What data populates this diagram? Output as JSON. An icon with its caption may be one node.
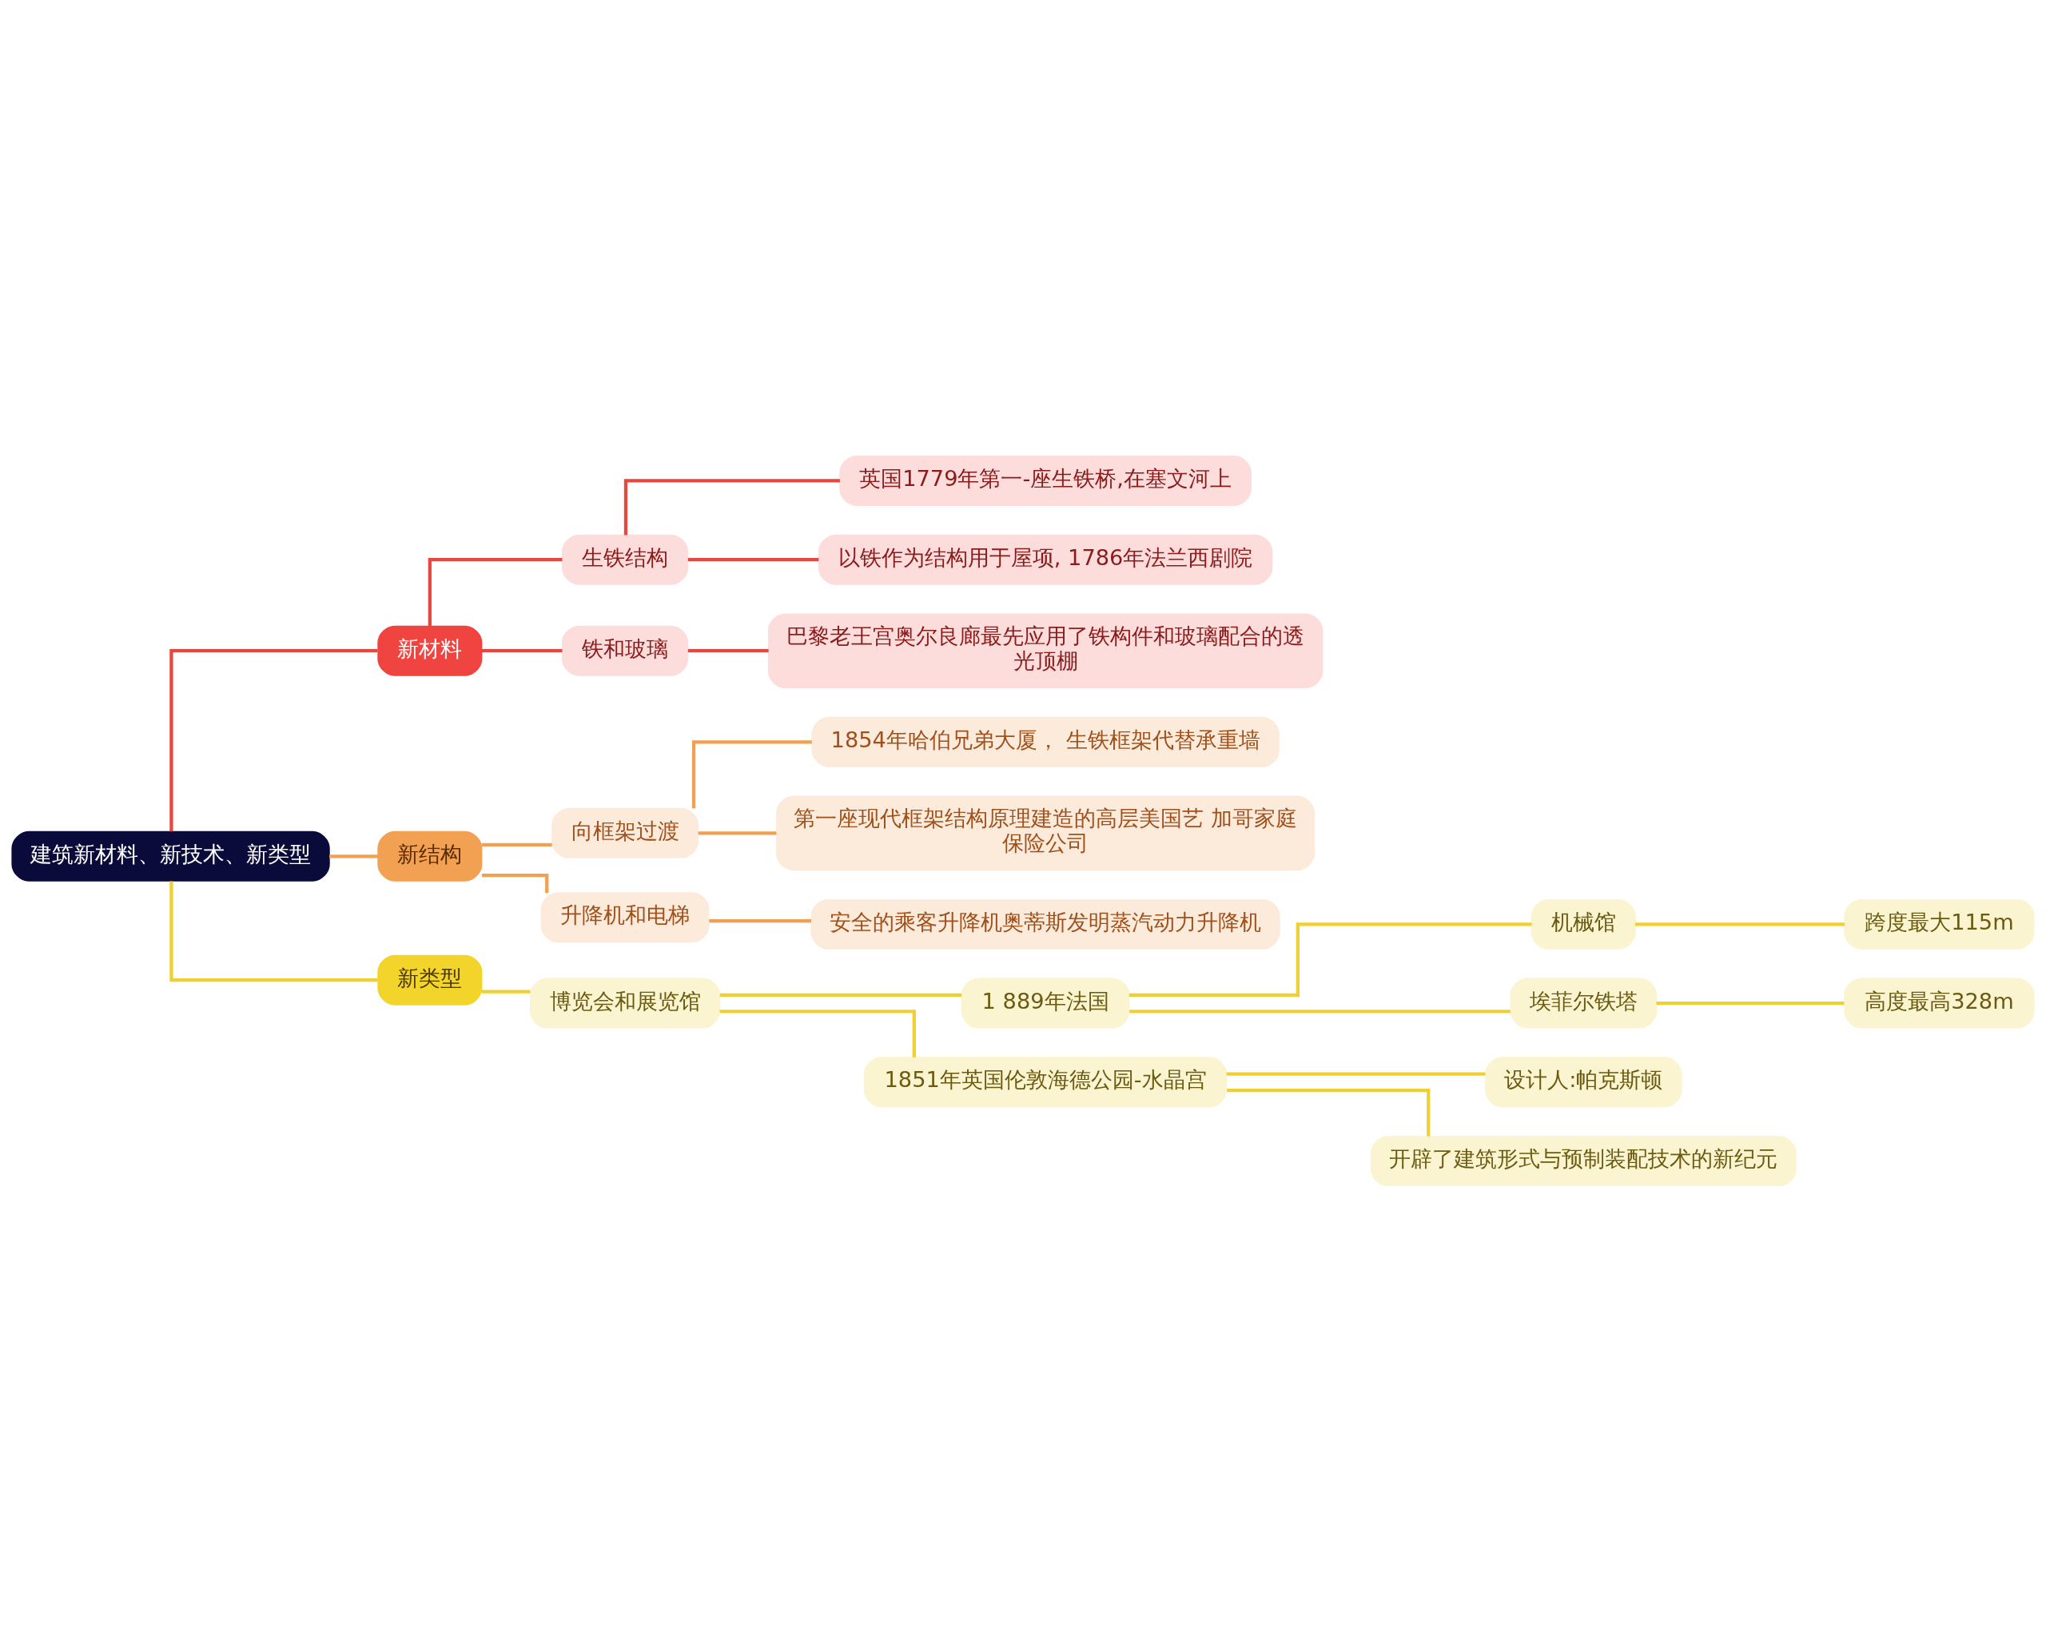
{
  "diagram": {
    "nodes": [
      {
        "text": [
          "建筑新材料、新技术、新类型"
        ]
      },
      {
        "text": [
          "新材料"
        ]
      },
      {
        "text": [
          "生铁结构"
        ]
      },
      {
        "text": [
          "英国1779年第一-座生铁桥,在塞文河上"
        ]
      },
      {
        "text": [
          "以铁作为结构用于屋项, 1786年法兰西剧院"
        ]
      },
      {
        "text": [
          "铁和玻璃"
        ]
      },
      {
        "text": [
          "巴黎老王宫奥尔良廊最先应用了铁构件和玻璃配合的透光顶棚"
        ]
      },
      {
        "text": [
          "新结构"
        ]
      },
      {
        "text": [
          "向框架过渡"
        ]
      },
      {
        "text": [
          "1854年哈伯兄弟大厦， 生铁框架代替承重墙"
        ]
      },
      {
        "text": [
          "第一座现代框架结构原理建造的高层美国艺 加哥家庭保险公司"
        ]
      },
      {
        "text": [
          "升降机和电梯"
        ]
      },
      {
        "text": [
          "安全的乘客升降机奥蒂斯发明蒸汽动力升降机"
        ]
      },
      {
        "text": [
          "新类型"
        ]
      },
      {
        "text": [
          "博览会和展览馆"
        ]
      },
      {
        "text": [
          "1 889年法国"
        ]
      },
      {
        "text": [
          "机械馆"
        ]
      },
      {
        "text": [
          "跨度最大115m"
        ]
      },
      {
        "text": [
          "埃菲尔铁塔"
        ]
      },
      {
        "text": [
          "高度最高328m"
        ]
      },
      {
        "text": [
          "1851年英国伦敦海德公园-水晶宫"
        ]
      },
      {
        "text": [
          "设计人:帕克斯顿"
        ]
      },
      {
        "text": [
          "开辟了建筑形式与预制装配技术的新纪元"
        ]
      }
    ],
    "edges": [
      {
        "from": 0,
        "to": 1,
        "arrow": "none",
        "color": "#e8473f"
      },
      {
        "from": 1,
        "to": 2,
        "arrow": "none",
        "color": "#e8473f"
      },
      {
        "from": 2,
        "to": 3,
        "arrow": "none",
        "color": "#e8473f"
      },
      {
        "from": 2,
        "to": 4,
        "arrow": "none",
        "color": "#e8473f"
      },
      {
        "from": 1,
        "to": 5,
        "arrow": "none",
        "color": "#e8473f"
      },
      {
        "from": 5,
        "to": 6,
        "arrow": "none",
        "color": "#e8473f"
      },
      {
        "from": 0,
        "to": 7,
        "arrow": "none",
        "color": "#f0a050"
      },
      {
        "from": 7,
        "to": 8,
        "arrow": "none",
        "color": "#f0a050"
      },
      {
        "from": 8,
        "to": 9,
        "arrow": "none",
        "color": "#f0a050"
      },
      {
        "from": 8,
        "to": 10,
        "arrow": "none",
        "color": "#f0a050"
      },
      {
        "from": 7,
        "to": 11,
        "arrow": "none",
        "color": "#f0a050"
      },
      {
        "from": 11,
        "to": 12,
        "arrow": "none",
        "color": "#f0a050"
      },
      {
        "from": 0,
        "to": 13,
        "arrow": "none",
        "color": "#f0d030"
      },
      {
        "from": 13,
        "to": 14,
        "arrow": "none",
        "color": "#f0d030"
      },
      {
        "from": 14,
        "to": 15,
        "arrow": "none",
        "color": "#f0d030"
      },
      {
        "from": 15,
        "to": 16,
        "arrow": "none",
        "color": "#f0d030"
      },
      {
        "from": 16,
        "to": 17,
        "arrow": "none",
        "color": "#f0d030"
      },
      {
        "from": 15,
        "to": 18,
        "arrow": "none",
        "color": "#f0d030"
      },
      {
        "from": 18,
        "to": 19,
        "arrow": "none",
        "color": "#f0d030"
      },
      {
        "from": 14,
        "to": 20,
        "arrow": "none",
        "color": "#f0d030"
      },
      {
        "from": 20,
        "to": 21,
        "arrow": "none",
        "color": "#f0d030"
      },
      {
        "from": 20,
        "to": 22,
        "arrow": "none",
        "color": "#f0d030"
      }
    ]
  }
}
